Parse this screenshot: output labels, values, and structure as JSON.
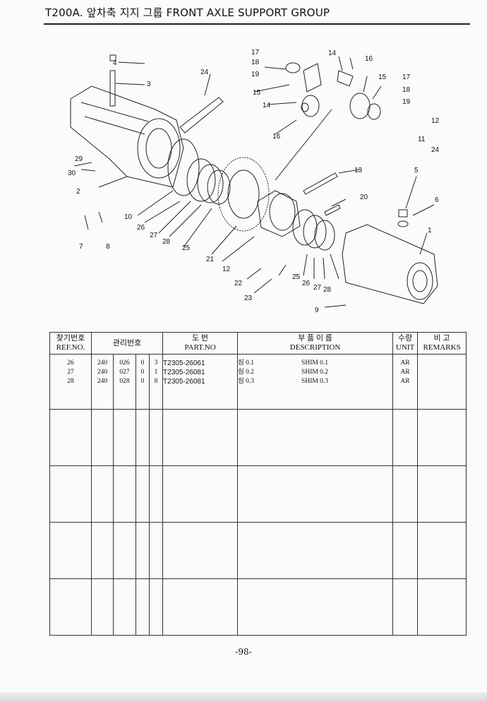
{
  "header": {
    "title": "T200A. 앞차축 지지 그룹 FRONT AXLE SUPPORT GROUP"
  },
  "diagram": {
    "callouts": [
      "4",
      "3",
      "24",
      "17",
      "18",
      "19",
      "14",
      "16",
      "15",
      "17",
      "18",
      "19",
      "15",
      "14",
      "16",
      "12",
      "11",
      "24",
      "29",
      "30",
      "2",
      "13",
      "5",
      "20",
      "6",
      "10",
      "26",
      "27",
      "28",
      "25",
      "21",
      "1",
      "7",
      "8",
      "12",
      "22",
      "25",
      "26",
      "27",
      "28",
      "23",
      "9"
    ]
  },
  "table": {
    "headers": {
      "ref_ko": "찾기번호",
      "ref_en": "REF.NO.",
      "mgmt_ko": "관리번호",
      "part_ko": "도 번",
      "part_en": "PART.NO",
      "desc_ko": "부 품 이 름",
      "desc_en": "DESCRIPTION",
      "unit_ko": "수량",
      "unit_en": "UNIT",
      "remarks_ko": "비 고",
      "remarks_en": "REMARKS"
    },
    "rows": [
      {
        "ref": "26",
        "m1": "240",
        "m2": "026",
        "m3": "0",
        "m4": "3",
        "part": "T2305-26061",
        "desc_ko": "심 0.1",
        "desc_en": "SHIM 0.1",
        "unit": "AR"
      },
      {
        "ref": "27",
        "m1": "240",
        "m2": "027",
        "m3": "0",
        "m4": "1",
        "part": "T2305-26081",
        "desc_ko": "심 0.2",
        "desc_en": "SHIM 0.2",
        "unit": "AR"
      },
      {
        "ref": "28",
        "m1": "240",
        "m2": "028",
        "m3": "0",
        "m4": "8",
        "part": "T2305-26081",
        "desc_ko": "심 0.3",
        "desc_en": "SHIM 0.3",
        "unit": "AR"
      }
    ]
  },
  "footer": {
    "page": "-98-"
  }
}
